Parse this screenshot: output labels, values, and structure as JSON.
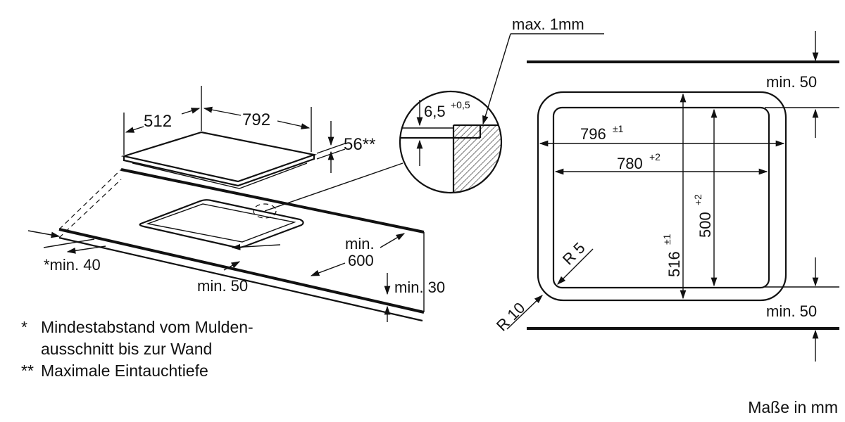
{
  "hob": {
    "depth": "512",
    "width": "792",
    "immersion": "56**"
  },
  "clearances": {
    "wall_min": "*min. 40",
    "front_min": "min. 50",
    "depth_min_label": "min.",
    "depth_min_value": "600",
    "thickness_min": "min. 30"
  },
  "detail": {
    "gap": "max. 1mm",
    "recess": "6,5",
    "recess_tol": "+0,5"
  },
  "cutout": {
    "outer_w": "796",
    "outer_w_tol": "±1",
    "inner_w": "780",
    "inner_w_tol": "+2",
    "inner_h": "500",
    "inner_h_tol": "+2",
    "outer_h": "516",
    "outer_h_tol": "±1",
    "r_inner": "R 5",
    "r_outer": "R 10",
    "top_min": "min. 50",
    "bottom_min": "min. 50"
  },
  "notes": [
    {
      "mark": "*",
      "text_line1": "Mindestabstand vom Mulden-",
      "text_line2": "ausschnitt bis zur Wand"
    },
    {
      "mark": "**",
      "text_line1": "Maximale Eintauchtiefe"
    }
  ],
  "units": "Maße in mm"
}
